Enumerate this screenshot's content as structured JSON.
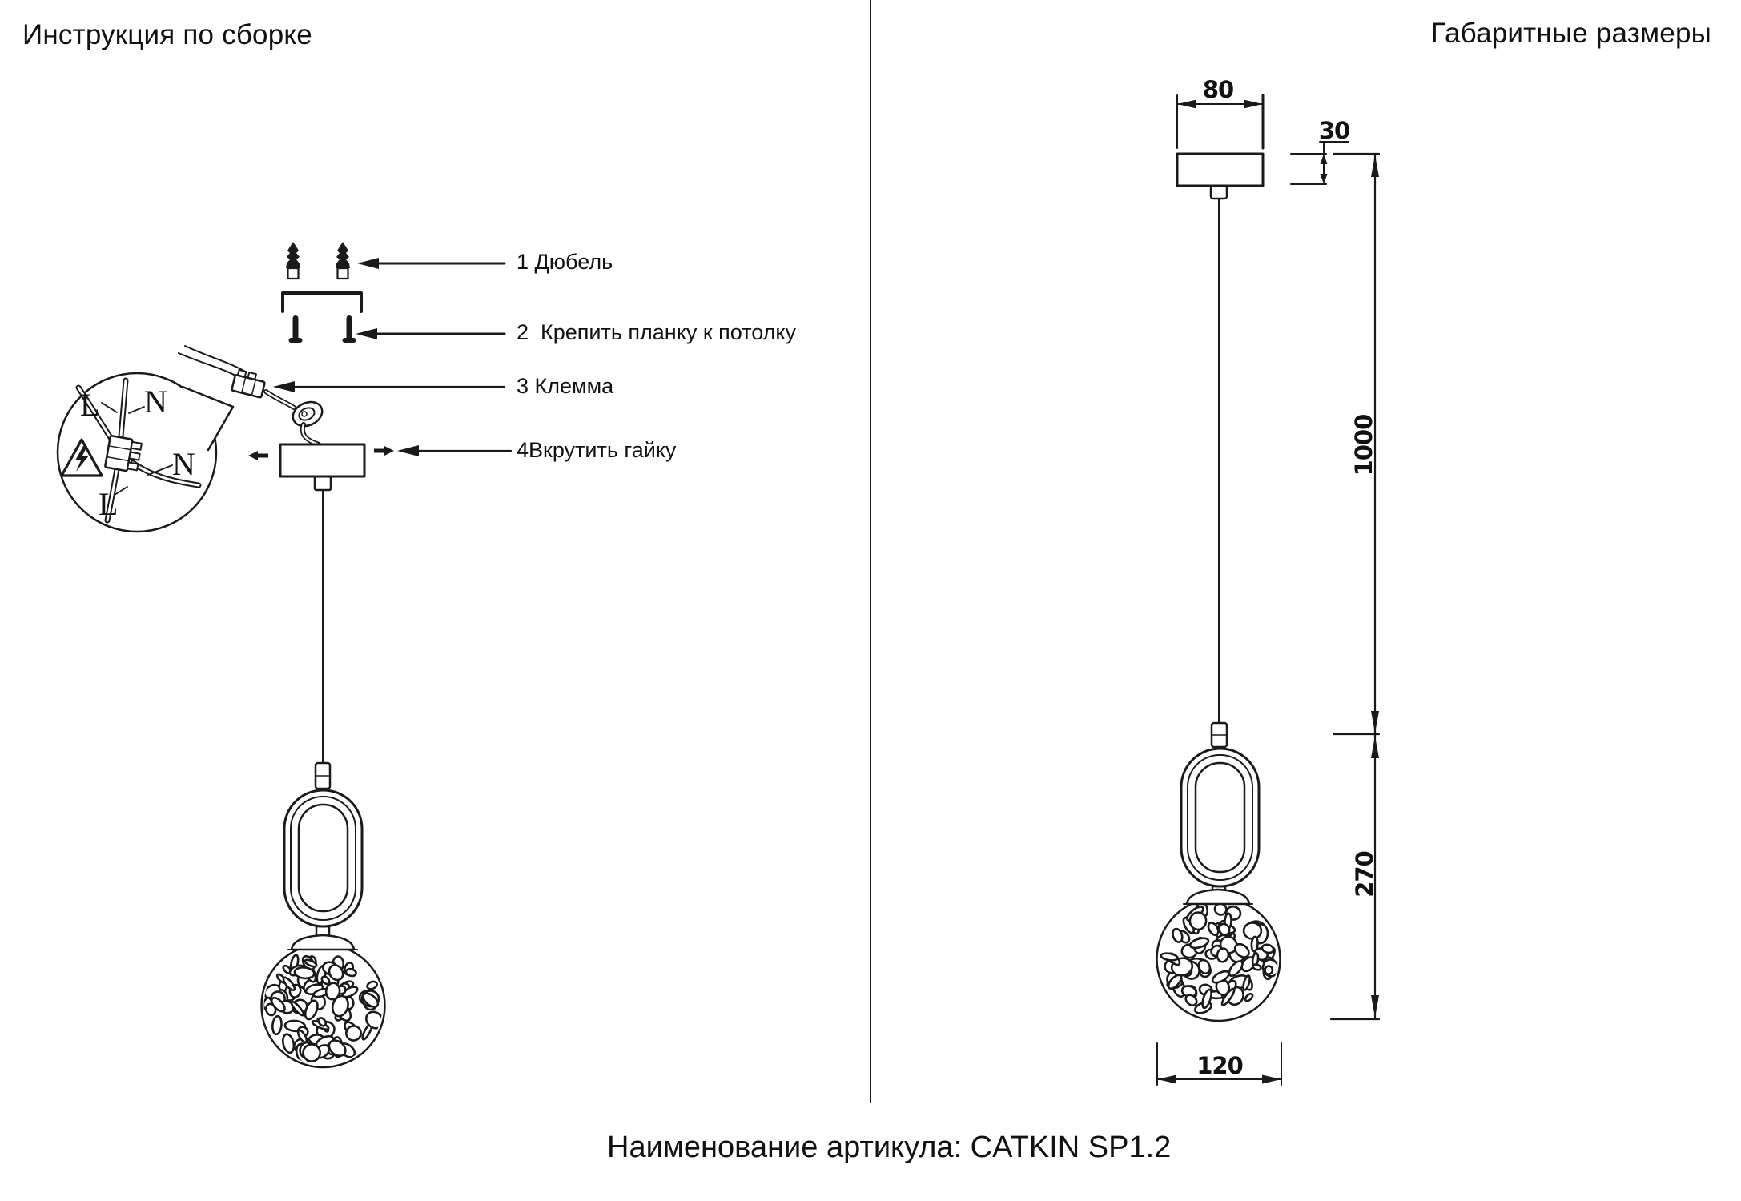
{
  "header": {
    "title_left": "Инструкция по сборке",
    "title_right": "Габаритные размеры"
  },
  "assembly": {
    "callouts": [
      {
        "text": "1 Дюбель"
      },
      {
        "text": "2  Крепить планку к потолку"
      },
      {
        "text": "3 Клемма"
      },
      {
        "text": "4Вкрутить гайку"
      }
    ],
    "wiring_labels": {
      "top_left": "L",
      "top_right": "N",
      "mid_right": "N",
      "bottom": "L"
    }
  },
  "dimensions": {
    "canopy_width": "80",
    "canopy_height": "30",
    "suspension_length": "1000",
    "fixture_height": "270",
    "shade_diameter": "120"
  },
  "footer": {
    "caption": "Наименование артикула: CATKIN SP1.2"
  },
  "colors": {
    "line": "#1a1a1a",
    "background": "#ffffff"
  }
}
